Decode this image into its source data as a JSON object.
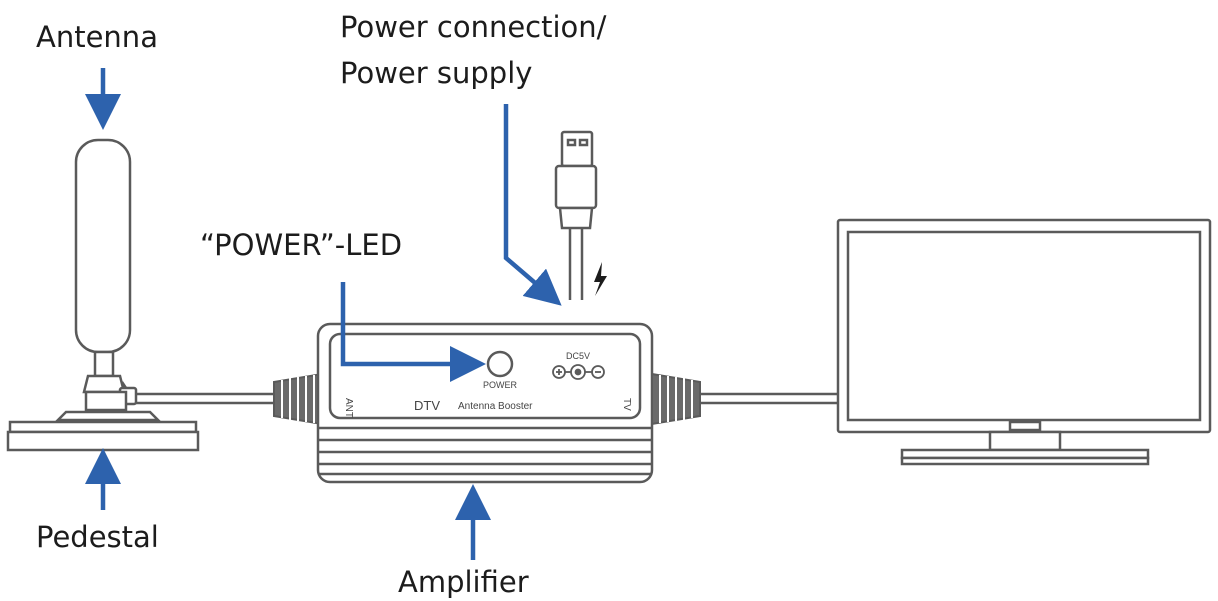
{
  "labels": {
    "antenna": "Antenna",
    "pedestal": "Pedestal",
    "power_connection_line1": "Power connection/",
    "power_connection_line2": "Power supply",
    "power_led": "“POWER”-LED",
    "amplifier": "Amplifier"
  },
  "device_markings": {
    "power": "POWER",
    "dc": "DC5V",
    "dtv": "DTV",
    "antenna_booster": "Antenna Booster",
    "ant": "ANT",
    "tv": "TV"
  },
  "colors": {
    "arrow": "#2d62ad",
    "line": "#5a5a5a",
    "background": "#ffffff"
  },
  "icons": {
    "usb_plug": "usb-plug-icon",
    "lightning": "lightning-icon"
  }
}
